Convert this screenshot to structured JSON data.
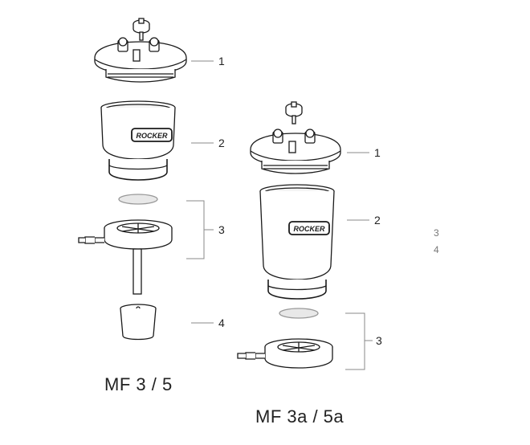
{
  "diagram": {
    "left_assembly": {
      "title": "MF 3 / 5",
      "callouts": [
        "1",
        "2",
        "3",
        "4"
      ]
    },
    "right_assembly": {
      "title": "MF 3a / 5a",
      "callouts": [
        "1",
        "2",
        "3"
      ]
    },
    "floating_labels": [
      "3",
      "4"
    ],
    "brand_mark": "ROCKER",
    "colors": {
      "line": "#1a1a1a",
      "fill": "#ffffff",
      "shade": "#dcdcdc",
      "leader": "#888888"
    }
  }
}
